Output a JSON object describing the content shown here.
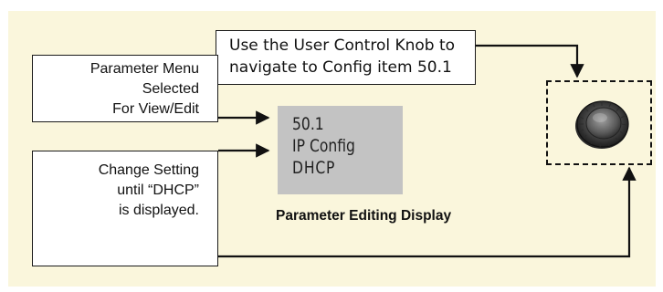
{
  "callouts": {
    "knob_instruction": [
      "Use the User Control Knob to",
      "navigate to Config item 50.1"
    ],
    "parameter_menu": [
      "Parameter Menu",
      "Selected",
      "For View/Edit"
    ],
    "change_setting": [
      "Change Setting",
      "until “DHCP”",
      "is displayed."
    ]
  },
  "lcd": {
    "line1": "50.1",
    "line2": "IP Config",
    "line3": "DHCP",
    "caption": "Parameter Editing Display"
  },
  "icons": {
    "knob": "control-knob-icon"
  },
  "colors": {
    "background": "#faf6dc",
    "lcd": "#c3c3c3",
    "stroke": "#111111"
  }
}
